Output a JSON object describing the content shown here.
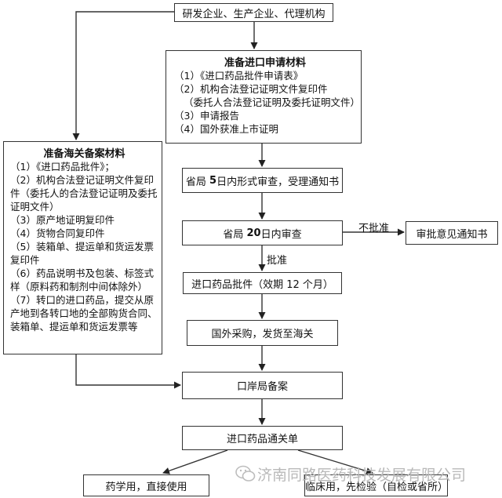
{
  "nodes": {
    "applicants": "研发企业、生产企业、代理机构",
    "apply_materials": {
      "title": "准备进口申请材料",
      "items": [
        "（1）《进口药品批件申请表》",
        "（2）机构合法登记证明文件复印件",
        "（委托人合法登记证明及委托证明文件）",
        "（3）申请报告",
        "（4）国外获准上市证明"
      ]
    },
    "customs_materials": {
      "title": "准备海关备案材料",
      "items": [
        "（1）《进口药品批件》；",
        "（2）机构合法登记证明文件复印件（委托人的合法登记证明及委托证明文件）",
        "（3）原产地证明复印件",
        "（4）货物合同复印件",
        "（5）装箱单、提运单和货运发票复印件",
        "（6）药品说明书及包装、标签式样（原料药和制剂中间体除外）",
        "（7）转口的进口药品，提交从原产地到各转口地的全部购货合同、装箱单、提运单和货运发票等"
      ]
    },
    "review_5": {
      "pre": "省局 ",
      "num": "5",
      "post": "日内形式审查，受理通知书"
    },
    "review_20": {
      "pre": "省局 ",
      "num": "20",
      "post": "日内审查"
    },
    "rejection_notice": "审批意见通知书",
    "approval_doc": "进口药品批件（效期 12 个月）",
    "purchase": "国外采购，发货至海关",
    "port_filing": "口岸局备案",
    "clearance": "进口药品通关单",
    "pharma_use": "药学用，直接使用",
    "clinical_use": "临床用，先检验（自检或省所）"
  },
  "labels": {
    "not_approved": "不批准",
    "approved": "批准"
  },
  "watermark": "济南同路医药科技发展有限公司"
}
